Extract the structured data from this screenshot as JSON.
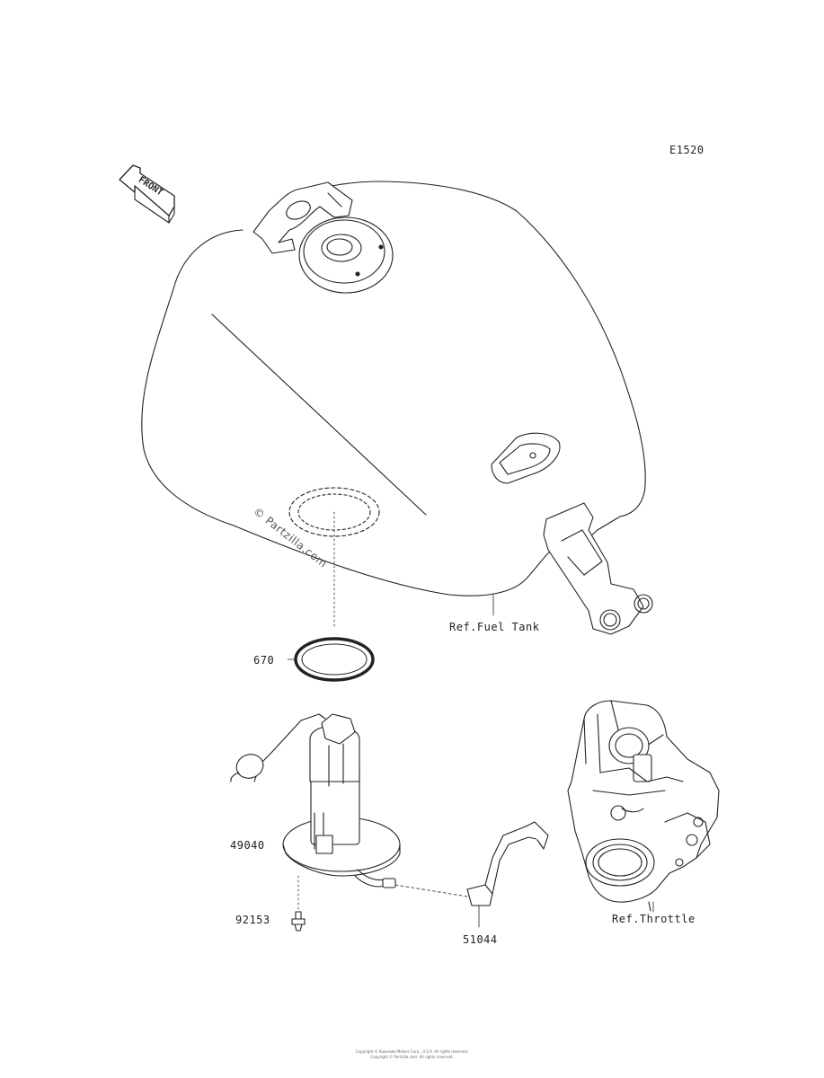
{
  "diagram_code": "E1520",
  "front_arrow": {
    "text": "FRONT",
    "icon": "front-arrow-icon"
  },
  "watermark": "© Partzilla.com",
  "labels": {
    "fuel_tank": "Ref.Fuel Tank",
    "o_ring": "670",
    "fuel_pump": "49040",
    "bolt": "92153",
    "hose": "51044",
    "throttle": "Ref.Throttle"
  },
  "footer": {
    "line1": "Copyright © Kawasaki Motors Corp., U.S.A. All rights reserved.",
    "line2": "Copyright © Partzilla.com. All rights reserved."
  }
}
